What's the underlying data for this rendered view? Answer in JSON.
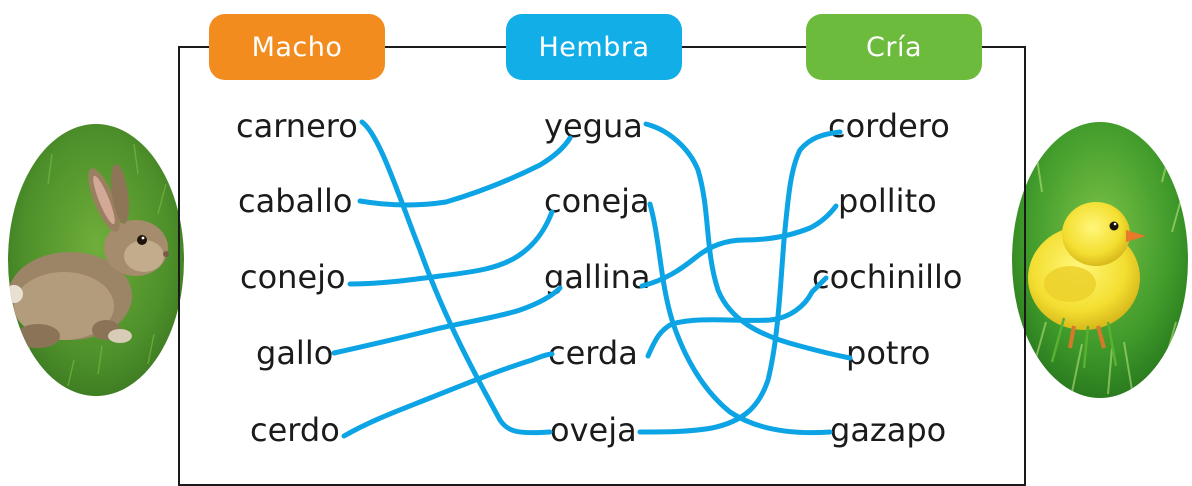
{
  "headers": {
    "macho": "Macho",
    "hembra": "Hembra",
    "cria": "Cría"
  },
  "colors": {
    "macho": "#f28c1e",
    "hembra": "#12aee8",
    "cria": "#6cbb3c",
    "connector": "#0ca4e4",
    "frame": "#1a1a1a"
  },
  "columns": {
    "macho": [
      "carnero",
      "caballo",
      "conejo",
      "gallo",
      "cerdo"
    ],
    "hembra": [
      "yegua",
      "coneja",
      "gallina",
      "cerda",
      "oveja"
    ],
    "cria": [
      "cordero",
      "pollito",
      "cochinillo",
      "potro",
      "gazapo"
    ]
  },
  "matches": [
    {
      "from": "macho.0",
      "to": "hembra.4"
    },
    {
      "from": "macho.1",
      "to": "hembra.0"
    },
    {
      "from": "macho.2",
      "to": "hembra.1"
    },
    {
      "from": "macho.3",
      "to": "hembra.2"
    },
    {
      "from": "macho.4",
      "to": "hembra.3"
    },
    {
      "from": "hembra.0",
      "to": "cria.3"
    },
    {
      "from": "hembra.1",
      "to": "cria.4"
    },
    {
      "from": "hembra.2",
      "to": "cria.1"
    },
    {
      "from": "hembra.3",
      "to": "cria.2"
    },
    {
      "from": "hembra.4",
      "to": "cria.0"
    }
  ],
  "images": {
    "left": "rabbit",
    "right": "chick"
  }
}
